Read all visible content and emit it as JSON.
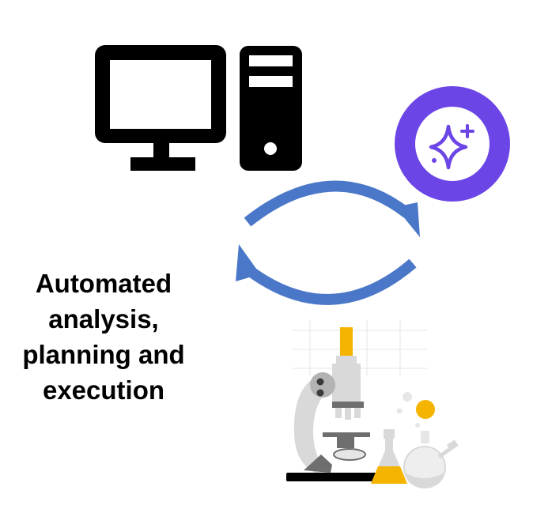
{
  "caption": {
    "lines": [
      "Automated",
      "analysis,",
      "planning and",
      "execution"
    ]
  },
  "icons": {
    "computer": "desktop-computer-icon",
    "ai": "ai-sparkle-icon",
    "cycle": "cycle-arrows-icon",
    "lab": "laboratory-icon"
  },
  "colors": {
    "computer": "#000000",
    "ai_circle": "#6b45e6",
    "arrows": "#4a77c8",
    "accent_yellow": "#f5b400",
    "gray_light": "#d9d9d9",
    "gray_mid": "#b3b3b3",
    "gray_dark": "#6e6e6e"
  }
}
